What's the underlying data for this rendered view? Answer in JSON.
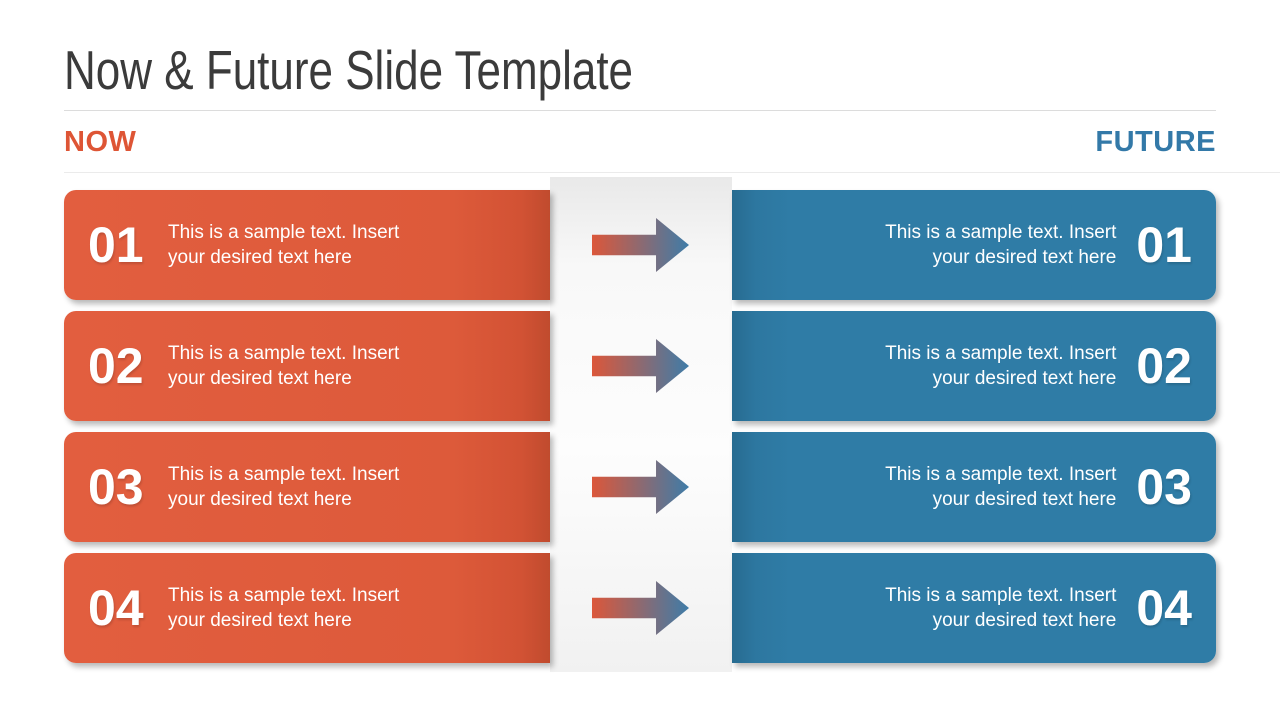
{
  "slide": {
    "title": "Now & Future Slide Template",
    "now_label": "NOW",
    "future_label": "FUTURE"
  },
  "sample_text": {
    "line1": "This is a sample text. Insert",
    "line2": "your desired text here"
  },
  "rows": [
    {
      "number": "01"
    },
    {
      "number": "02"
    },
    {
      "number": "03"
    },
    {
      "number": "04"
    }
  ],
  "colors": {
    "now_accent": "#de5535",
    "future_accent": "#3379a8",
    "now_box": "#dd5a3b",
    "future_box": "#2f7ca6",
    "title_color": "#3b3b3b",
    "arrow_gradient_start": "#dc573a",
    "arrow_gradient_end": "#3e7ca8"
  }
}
